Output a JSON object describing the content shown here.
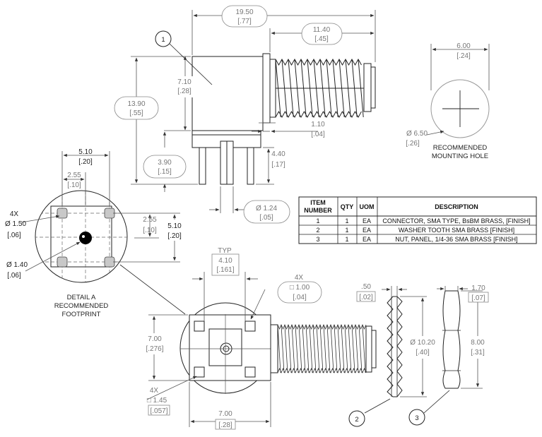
{
  "top_view": {
    "dim_length": {
      "mm": "19.50",
      "in": "[.77]"
    },
    "dim_thread": {
      "mm": "11.40",
      "in": "[.45]"
    },
    "dim_body_height": {
      "mm": "7.10",
      "in": "[.28]"
    },
    "dim_total_height": {
      "mm": "13.90",
      "in": "[.55]"
    },
    "dim_flange": {
      "mm": "1.10",
      "in": "[.04]"
    },
    "dim_pin_length": {
      "mm": "4.40",
      "in": "[.17]"
    },
    "dim_pin_offset": {
      "mm": "3.90",
      "in": "[.15]"
    },
    "dim_pin_dia": {
      "mm": "Ø 1.24",
      "in": "[.05]"
    }
  },
  "mounting_hole": {
    "dim_width": {
      "mm": "6.00",
      "in": "[.24]"
    },
    "dim_dia": {
      "mm": "Ø 6.50",
      "in": "[.26]"
    },
    "caption": [
      "RECOMMENDED",
      "MOUNTING HOLE"
    ]
  },
  "detail_a": {
    "dim_spacing_outer": {
      "mm": "5.10",
      "in": "[.20]"
    },
    "dim_spacing_inner": {
      "mm": "2.55",
      "in": "[.10]"
    },
    "dim_pad_qty": "4X",
    "dim_pad_dia": {
      "mm": "Ø 1.50",
      "in": "[.06]"
    },
    "dim_right_inner": {
      "mm": "2.55",
      "in": "[.10]"
    },
    "dim_right_outer": {
      "mm": "5.10",
      "in": "[.20]"
    },
    "dim_center_dia": {
      "mm": "Ø 1.40",
      "in": "[.06]"
    },
    "caption": [
      "DETAIL A",
      "RECOMMENDED",
      "FOOTPRINT"
    ]
  },
  "front_view": {
    "dim_typ_label": "TYP",
    "dim_typ": {
      "mm": "4.10",
      "in": "[.161]"
    },
    "dim_square_qty": "4X",
    "dim_square": {
      "mm": "□ 1.00",
      "in": "[.04]"
    },
    "dim_height": {
      "mm": "7.00",
      "in": "[.276]"
    },
    "dim_small_qty": "4X",
    "dim_small": {
      "mm": "□ 1.45",
      "in": "[.057]"
    },
    "dim_width": {
      "mm": "7.00",
      "in": "[.28]"
    }
  },
  "washer": {
    "dim_thickness": {
      "mm": ".50",
      "in": "[.02]"
    },
    "dim_dia": {
      "mm": "Ø 10.20",
      "in": "[.40]"
    }
  },
  "nut": {
    "dim_thickness": {
      "mm": "1.70",
      "in": "[.07]"
    },
    "dim_height": {
      "mm": "8.00",
      "in": "[.31]"
    }
  },
  "balloons": [
    "1",
    "2",
    "3"
  ],
  "bom": {
    "headers": [
      "ITEM NUMBER",
      "QTY",
      "UOM",
      "DESCRIPTION"
    ],
    "header_item": [
      "ITEM",
      "NUMBER"
    ],
    "rows": [
      {
        "item": "1",
        "qty": "1",
        "uom": "EA",
        "desc": "CONNECTOR, SMA TYPE, BsBM BRASS, [FINISH]"
      },
      {
        "item": "2",
        "qty": "1",
        "uom": "EA",
        "desc": "WASHER TOOTH SMA BRASS [FINISH]"
      },
      {
        "item": "3",
        "qty": "1",
        "uom": "EA",
        "desc": "NUT, PANEL, 1/4-36 SMA BRASS [FINISH]"
      }
    ]
  }
}
